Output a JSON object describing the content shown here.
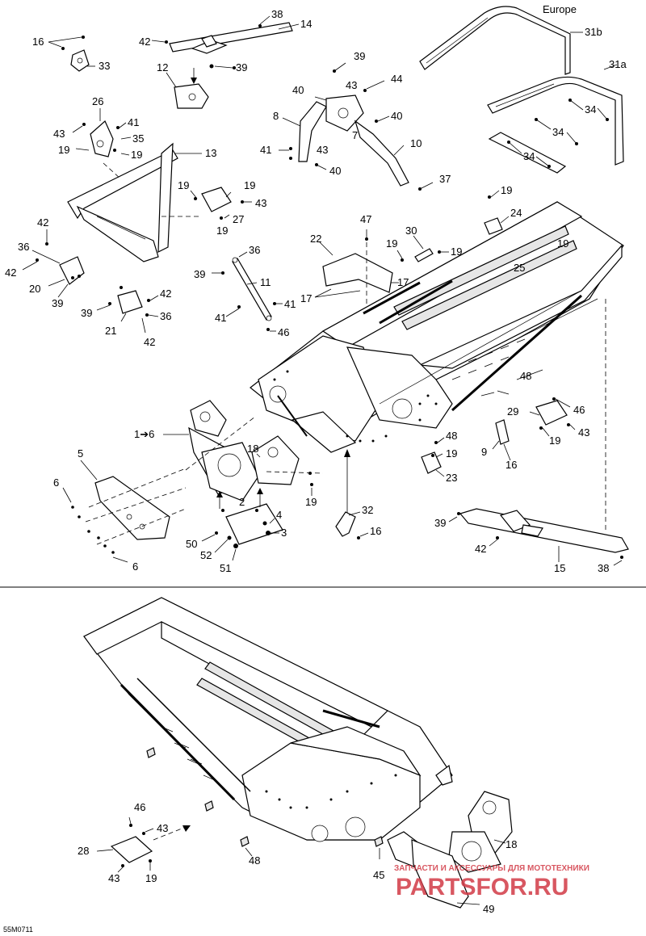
{
  "labels": {
    "europe": "Europe",
    "l31b": "31b",
    "l31a": "31a",
    "l38a": "38",
    "l14": "14",
    "l16a": "16",
    "l42a": "42",
    "l33": "33",
    "l39a": "39",
    "l12": "12",
    "l39b": "39",
    "l44": "44",
    "l40a": "40",
    "l43a": "43",
    "l8": "8",
    "l7": "7",
    "l40b": "40",
    "l41a": "41",
    "l43b": "43",
    "l10": "10",
    "l40c": "40",
    "l37": "37",
    "l34a": "34",
    "l34b": "34",
    "l34c": "34",
    "l26": "26",
    "l41b": "41",
    "l43c": "43",
    "l35": "35",
    "l19a": "19",
    "l19b": "19",
    "l13": "13",
    "l19c": "19",
    "l19d": "19",
    "l43d": "43",
    "l27": "27",
    "l19e": "19",
    "l42b": "42",
    "l36a": "36",
    "l42c": "42",
    "l20": "20",
    "l39c": "39",
    "l36b": "36",
    "l39d": "39",
    "l11": "11",
    "l41c": "41",
    "l41d": "41",
    "l46a": "46",
    "l42d": "42",
    "l39e": "39",
    "l36c": "36",
    "l21": "21",
    "l42e": "42",
    "l47": "47",
    "l22": "22",
    "l30": "30",
    "l19f": "19",
    "l19g": "19",
    "l17a": "17",
    "l17b": "17",
    "l19h": "19",
    "l24": "24",
    "l19i": "19",
    "l25": "25",
    "l48a": "48",
    "l46b": "46",
    "l29": "29",
    "l43e": "43",
    "l19j": "19",
    "l1to6": "1➔6",
    "l5": "5",
    "l18a": "18",
    "l6a": "6",
    "l6b": "6",
    "l19k": "19",
    "l2": "2",
    "l4": "4",
    "l3": "3",
    "l50": "50",
    "l52": "52",
    "l51": "51",
    "l48b": "48",
    "l19l": "19",
    "l9": "9",
    "l16b": "16",
    "l23": "23",
    "l32": "32",
    "l16c": "16",
    "l39f": "39",
    "l42f": "42",
    "l15": "15",
    "l38b": "38",
    "l46c": "46",
    "l43f": "43",
    "l28": "28",
    "l43g": "43",
    "l19m": "19",
    "l48c": "48",
    "l45": "45",
    "l18b": "18",
    "l49": "49"
  },
  "footer": {
    "code": "55M0711",
    "watermark_small": "ЗАПЧАСТИ И АКСЕССУАРЫ ДЛЯ МОТОТЕХНИКИ",
    "watermark_logo": "PARTSFOR.RU"
  },
  "colors": {
    "ink": "#000000",
    "watermark": "#d23a46",
    "background": "#ffffff"
  }
}
